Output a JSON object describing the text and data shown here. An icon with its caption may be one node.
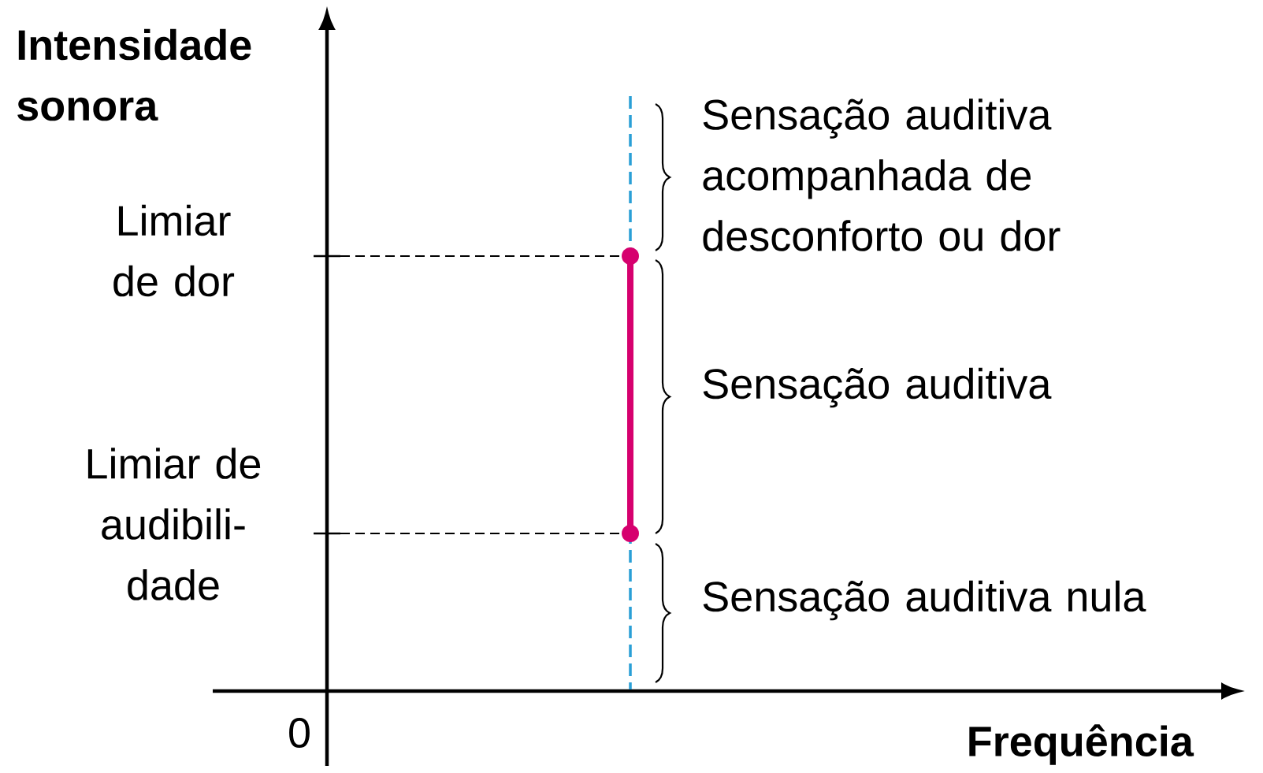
{
  "diagram": {
    "labels": [
      "Intensidade sonora",
      "Sensação auditiva acompanhada de desconforto ou dor",
      "Limiar de dor",
      "Sensação auditiva",
      "Limiar de audibili-dade",
      "Sensação auditiva nula",
      "0",
      "Frequência"
    ]
  }
}
